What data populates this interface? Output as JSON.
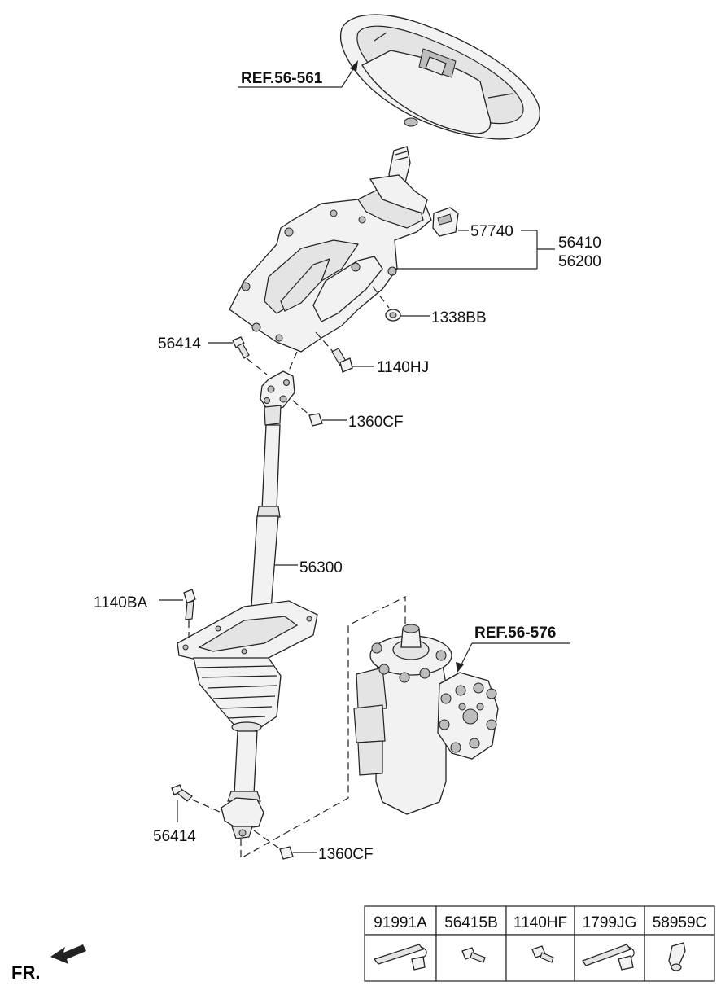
{
  "refs": {
    "steering_wheel": "REF.56-561",
    "gear_box": "REF.56-576"
  },
  "labels": {
    "p57740": "57740",
    "p56410": "56410",
    "p56200": "56200",
    "p1338BB": "1338BB",
    "p56414_top": "56414",
    "p1140HJ": "1140HJ",
    "p1360CF_top": "1360CF",
    "p56300": "56300",
    "p1140BA": "1140BA",
    "p56414_bottom": "56414",
    "p1360CF_bottom": "1360CF"
  },
  "parts_table": {
    "headers": [
      "91991A",
      "56415B",
      "1140HF",
      "1799JG",
      "58959C"
    ]
  },
  "direction": "FR."
}
